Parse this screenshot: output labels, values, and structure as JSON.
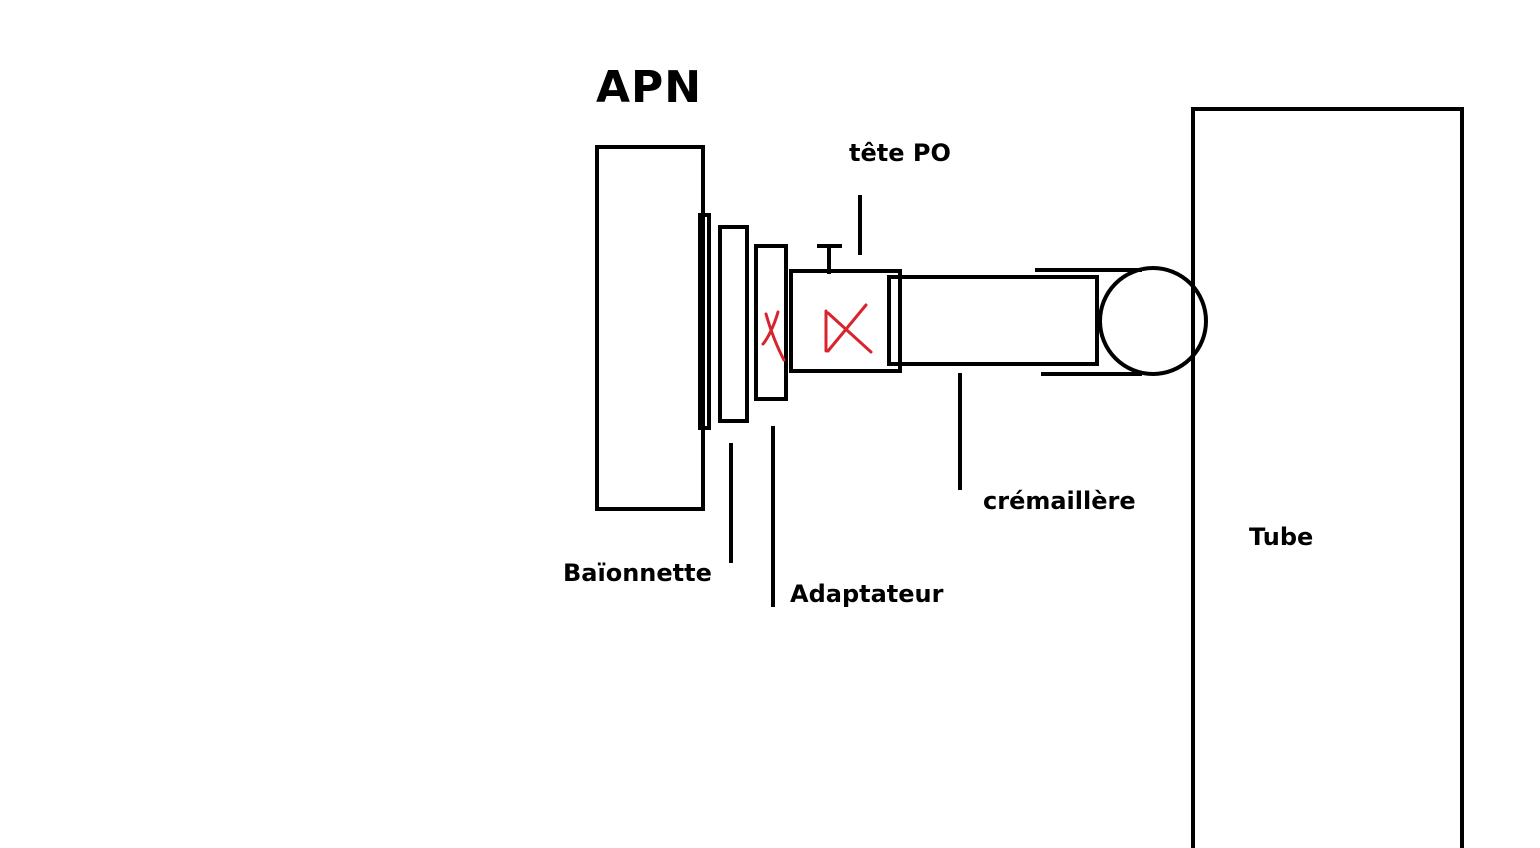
{
  "labels": {
    "apn": "APN",
    "tete_po": "tête PO",
    "baionnette": "Baïonnette",
    "adaptateur": "Adaptateur",
    "cremaillere": "crémaillère",
    "tube": "Tube"
  },
  "colors": {
    "outline": "#000000",
    "marks": "#d9232e",
    "background": "#ffffff"
  }
}
